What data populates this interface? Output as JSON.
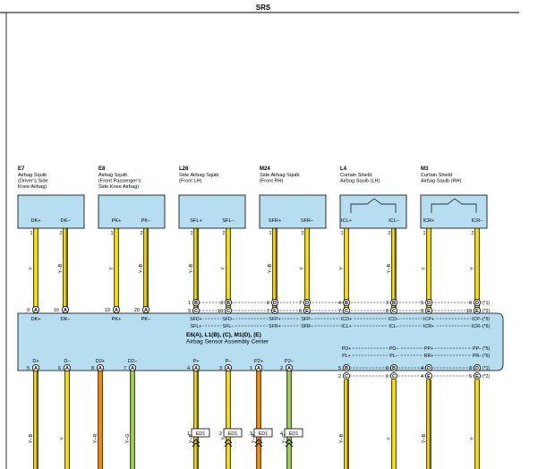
{
  "header": {
    "title": "SRS"
  },
  "colors": {
    "box": "#b6def0",
    "wire_yellow": "#ffe000",
    "wire_pink": "#ff9a9a",
    "wire_green": "#9fd64a",
    "wire_orange": "#ff8a00",
    "stroke": "#000000"
  },
  "components": [
    {
      "code": "E7",
      "name_lines": [
        "Airbag Squib",
        "(Driver’s Side",
        "Knee Airbag)"
      ],
      "pins": [
        {
          "label": "DK+",
          "num": "1"
        },
        {
          "label": "DK–",
          "num": "2"
        }
      ],
      "shield": false
    },
    {
      "code": "E8",
      "name_lines": [
        "Airbag Squib",
        "(Front Passenger’s",
        "Side Knee Airbag)"
      ],
      "pins": [
        {
          "label": "PK+",
          "num": "1"
        },
        {
          "label": "PK–",
          "num": "2"
        }
      ],
      "shield": false
    },
    {
      "code": "L28",
      "name_lines": [
        "Side Airbag Squib",
        "(Front LH)"
      ],
      "pins": [
        {
          "label": "SFL+",
          "num": "1"
        },
        {
          "label": "SFL–",
          "num": "2"
        }
      ],
      "shield": false
    },
    {
      "code": "M24",
      "name_lines": [
        "Side Airbag Squib",
        "(Front RH)"
      ],
      "pins": [
        {
          "label": "SFR+",
          "num": "1"
        },
        {
          "label": "SFR–",
          "num": "2"
        }
      ],
      "shield": false
    },
    {
      "code": "L4",
      "name_lines": [
        "Curtain Shield",
        "Airbag Squib (LH)"
      ],
      "pins": [
        {
          "label": "ICL+",
          "num": "1"
        },
        {
          "label": "ICL–",
          "num": "2"
        }
      ],
      "shield": true
    },
    {
      "code": "M3",
      "name_lines": [
        "Curtain Shield",
        "Airbag Squib (RH)"
      ],
      "pins": [
        {
          "label": "ICR+",
          "num": "1"
        },
        {
          "label": "ICR–",
          "num": "2"
        }
      ],
      "shield": true
    }
  ],
  "upper_wire_colors": [
    "Y",
    "Y–B",
    "Y",
    "Y–B",
    "Y–B",
    "Y",
    "Y–B",
    "Y",
    "Y",
    "Y–B",
    "Y",
    "Y"
  ],
  "upper_pins": [
    {
      "num": "9",
      "conn": "A",
      "label": "DK+"
    },
    {
      "num": "10",
      "conn": "A",
      "label": "DK–"
    },
    {
      "num": "19",
      "conn": "A",
      "label": "PK+"
    },
    {
      "num": "20",
      "conn": "A",
      "label": "PK–"
    }
  ],
  "bus_rows": [
    {
      "cells": [
        {
          "num": "1",
          "conn": "B",
          "sig": "SFD+"
        },
        {
          "num": "2",
          "conn": "B",
          "sig": "SFD–"
        },
        {
          "num": "8",
          "conn": "D",
          "sig": "SFP+"
        },
        {
          "num": "7",
          "conn": "D",
          "sig": "SFP–"
        },
        {
          "num": "4",
          "conn": "B",
          "sig": "ICD+"
        },
        {
          "num": "3",
          "conn": "B",
          "sig": "ICD–"
        },
        {
          "num": "5",
          "conn": "D",
          "sig": "ICP+"
        },
        {
          "num": "6",
          "conn": "D",
          "sig": "ICP–"
        }
      ],
      "note": "(*1)",
      "sig_note": "(*5)"
    },
    {
      "cells": [
        {
          "num": "9",
          "conn": "C",
          "sig": "SFL+"
        },
        {
          "num": "10",
          "conn": "C",
          "sig": "SFL–"
        },
        {
          "num": "7",
          "conn": "E",
          "sig": "SFR+"
        },
        {
          "num": "6",
          "conn": "E",
          "sig": "SFR–"
        },
        {
          "num": "7",
          "conn": "C",
          "sig": "ICL+"
        },
        {
          "num": "8",
          "conn": "C",
          "sig": "ICL–"
        },
        {
          "num": "9",
          "conn": "E",
          "sig": "ICR+"
        },
        {
          "num": "10",
          "conn": "E",
          "sig": "ICR–"
        }
      ],
      "note": "(*2)",
      "sig_note": "(*6)"
    }
  ],
  "ecu": {
    "title": "E6(A), L1(B), (C), M1(D), (E)",
    "subtitle": "Airbag Sensor Assembly Center"
  },
  "right_signals": [
    {
      "a": "PD+",
      "b": "PD–",
      "c": "PP+",
      "d": "PP–",
      "note": "(*5)"
    },
    {
      "a": "PL+",
      "b": "PL–",
      "c": "RR+",
      "d": "PR–",
      "note": "(*6)"
    }
  ],
  "lower_right_pins": [
    {
      "cells": [
        {
          "num": "5",
          "conn": "B"
        },
        {
          "num": "6",
          "conn": "B"
        },
        {
          "num": "4",
          "conn": "D"
        },
        {
          "num": "3",
          "conn": "D"
        }
      ],
      "note": "(*1)"
    },
    {
      "cells": [
        {
          "num": "2",
          "conn": "C"
        },
        {
          "num": "1",
          "conn": "C"
        },
        {
          "num": "4",
          "conn": "E"
        },
        {
          "num": "5",
          "conn": "E"
        }
      ],
      "note": "(*2)"
    }
  ],
  "lower_pins": [
    {
      "num": "5",
      "conn": "A",
      "label": "D+"
    },
    {
      "num": "6",
      "conn": "A",
      "label": "D–"
    },
    {
      "num": "8",
      "conn": "A",
      "label": "D2+"
    },
    {
      "num": "7",
      "conn": "A",
      "label": "D2–"
    },
    {
      "num": "4",
      "conn": "A",
      "label": "P+"
    },
    {
      "num": "3",
      "conn": "A",
      "label": "P–"
    },
    {
      "num": "1",
      "conn": "A",
      "label": "P2+"
    },
    {
      "num": "2",
      "conn": "A",
      "label": "P2–"
    }
  ],
  "lower_wire_colors": [
    "Y–B",
    "Y",
    "Y–R",
    "Y–G",
    "Y–B",
    "Y",
    "Y–R",
    "Y–G",
    "Y–B",
    "Y",
    "Y–B",
    "Y"
  ],
  "ed_connectors": [
    {
      "num": "1",
      "code": "ED1"
    },
    {
      "num": "2",
      "code": "ED1"
    },
    {
      "num": "3",
      "code": "ED1"
    },
    {
      "num": "4",
      "code": "ED1"
    }
  ]
}
